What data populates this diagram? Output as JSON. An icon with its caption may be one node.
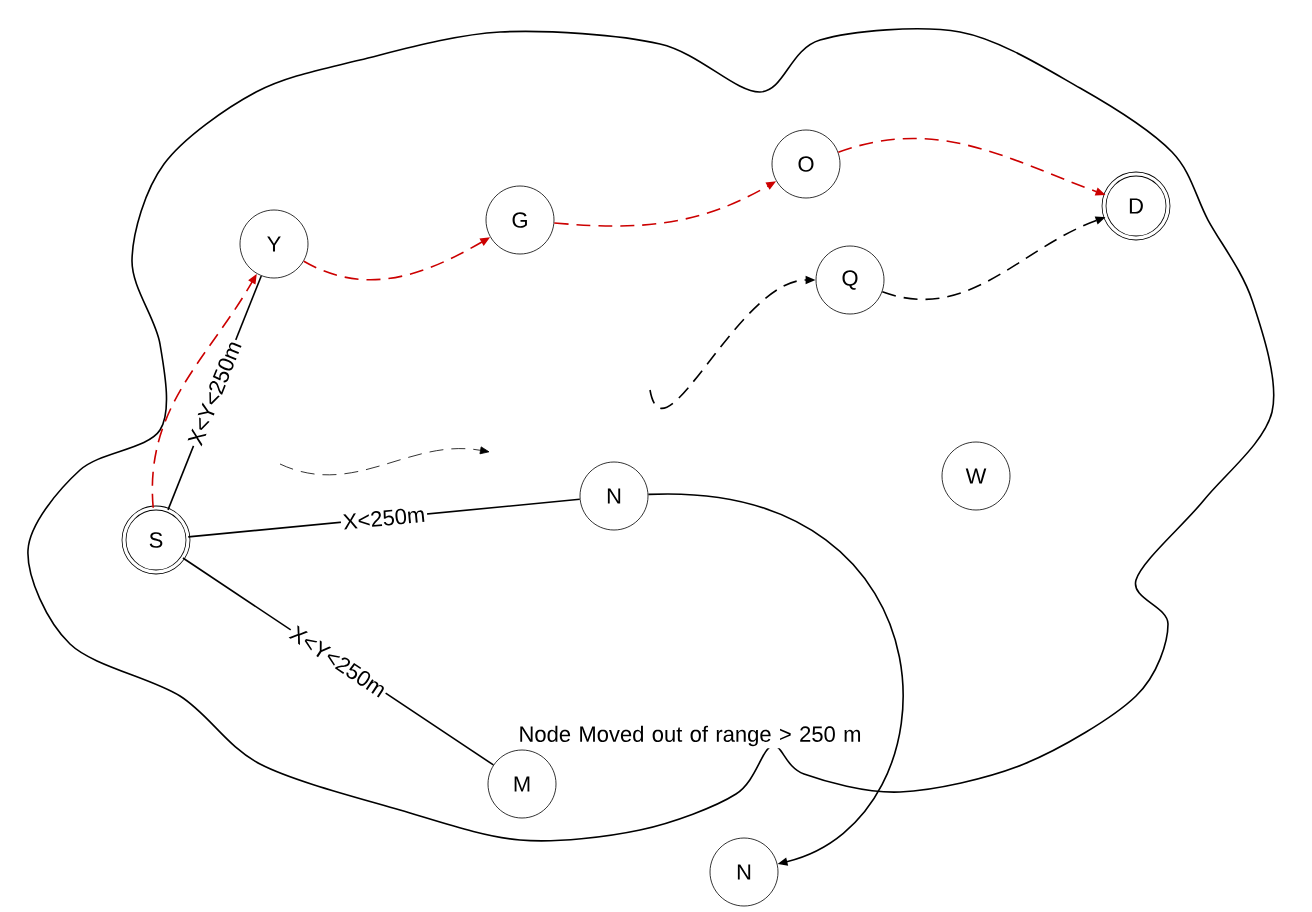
{
  "diagram": {
    "nodes": [
      {
        "text": [],
        "shape": "cloud"
      },
      {
        "text": [
          "Y"
        ],
        "in": 0
      },
      {
        "text": [
          "G"
        ],
        "in": 0
      },
      {
        "text": [
          "O"
        ],
        "in": 0
      },
      {
        "text": [
          "D"
        ],
        "in": 0
      },
      {
        "text": [
          "Q"
        ],
        "in": 0
      },
      {
        "text": [
          "S"
        ],
        "in": 0
      },
      {
        "text": [
          "N"
        ],
        "in": 0
      },
      {
        "text": [
          "W"
        ],
        "in": 0
      },
      {
        "text": [
          "M"
        ],
        "in": 0
      },
      {
        "text": [
          "N"
        ]
      }
    ],
    "edges": [
      {
        "from": 6,
        "to": 1,
        "arrow": "to",
        "style": "dashed",
        "color": "#cc0000"
      },
      {
        "from": 1,
        "to": 2,
        "arrow": "to",
        "style": "dashed",
        "color": "#cc0000"
      },
      {
        "from": 2,
        "to": 3,
        "arrow": "to",
        "style": "dashed",
        "color": "#cc0000"
      },
      {
        "from": 3,
        "to": 4,
        "arrow": "to",
        "style": "dashed",
        "color": "#cc0000"
      },
      {
        "from": 5,
        "to": 4,
        "arrow": "to",
        "style": "dashed"
      },
      {
        "from": null,
        "to": 5,
        "arrow": "to",
        "style": "dashed"
      },
      {
        "from": 6,
        "to": 1,
        "arrow": "none",
        "label": "X<Y<250m"
      },
      {
        "from": 6,
        "to": 7,
        "arrow": "none",
        "label": "X<250m"
      },
      {
        "from": 6,
        "to": 9,
        "arrow": "none",
        "label": "X<Y<250m"
      },
      {
        "from": 7,
        "to": 10,
        "arrow": "to"
      }
    ],
    "labels": [
      "Node Moved out of range > 250 m"
    ]
  }
}
